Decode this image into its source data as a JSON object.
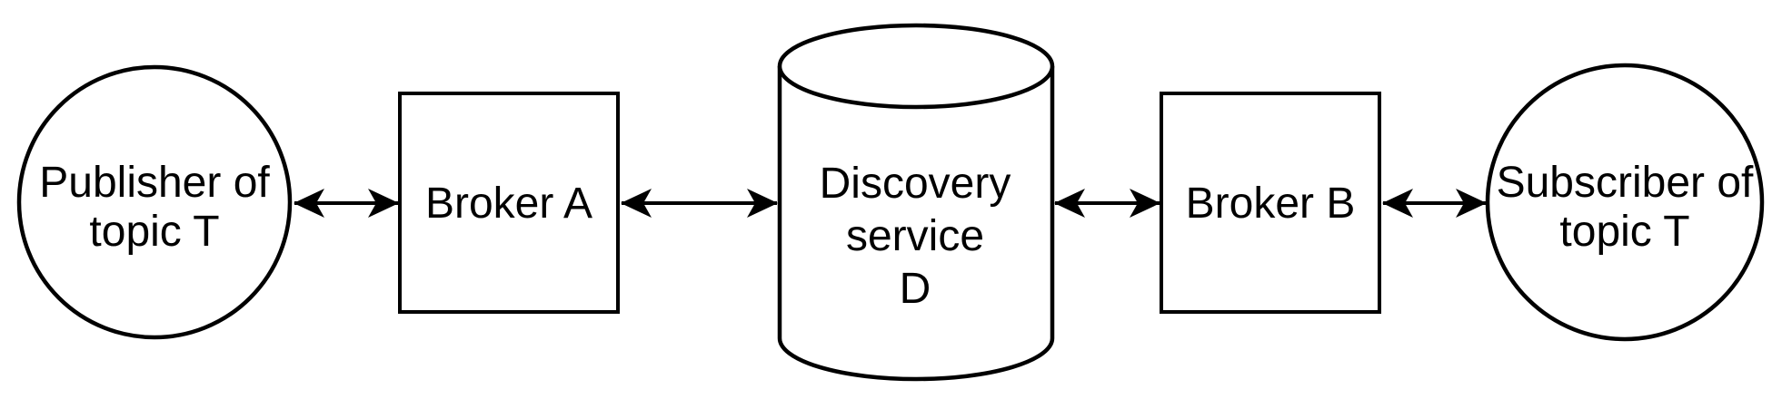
{
  "diagram": {
    "type": "architecture-diagram",
    "background_color": "#ffffff",
    "stroke_color": "#000000",
    "text_color": "#000000",
    "nodes": {
      "publisher": {
        "shape": "circle",
        "line1": "Publisher of",
        "line2": "topic T"
      },
      "broker_a": {
        "shape": "rectangle",
        "label": "Broker A"
      },
      "discovery": {
        "shape": "cylinder",
        "line1": "Discovery",
        "line2": "service",
        "line3": "D"
      },
      "broker_b": {
        "shape": "rectangle",
        "label": "Broker B"
      },
      "subscriber": {
        "shape": "circle",
        "line1": "Subscriber of",
        "line2": "topic T"
      }
    },
    "edges": [
      {
        "from": "Publisher of topic T",
        "to": "Broker A",
        "direction": "bidirectional"
      },
      {
        "from": "Broker A",
        "to": "Discovery service D",
        "direction": "bidirectional"
      },
      {
        "from": "Discovery service D",
        "to": "Broker B",
        "direction": "bidirectional"
      },
      {
        "from": "Broker B",
        "to": "Subscriber of topic T",
        "direction": "bidirectional"
      }
    ]
  }
}
